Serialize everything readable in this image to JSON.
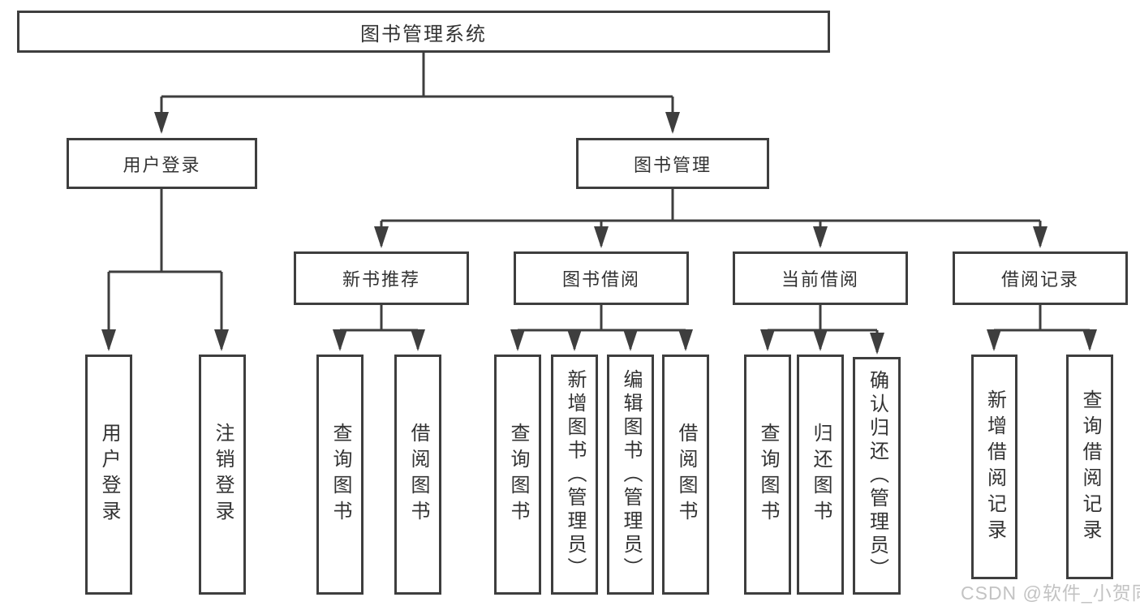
{
  "tree": {
    "label": "图书管理系统",
    "children": [
      {
        "label": "用户登录",
        "children": [
          {
            "label": "用户登录"
          },
          {
            "label": "注销登录"
          }
        ]
      },
      {
        "label": "图书管理",
        "children": [
          {
            "label": "新书推荐",
            "children": [
              {
                "label": "查询图书"
              },
              {
                "label": "借阅图书"
              }
            ]
          },
          {
            "label": "图书借阅",
            "children": [
              {
                "label": "查询图书"
              },
              {
                "label": "新增图书（管理员）"
              },
              {
                "label": "编辑图书（管理员）"
              },
              {
                "label": "借阅图书"
              }
            ]
          },
          {
            "label": "当前借阅",
            "children": [
              {
                "label": "查询图书"
              },
              {
                "label": "归还图书"
              },
              {
                "label": "确认归还（管理员）"
              }
            ]
          },
          {
            "label": "借阅记录",
            "children": [
              {
                "label": "新增借阅记录"
              },
              {
                "label": "查询借阅记录"
              }
            ]
          }
        ]
      }
    ]
  },
  "watermark": {
    "text": "CSDN @软件_小贺同学"
  },
  "colors": {
    "line": "#3e3e3e",
    "text": "#333333",
    "background": "#ffffff",
    "watermark": "#c3c3c3"
  }
}
